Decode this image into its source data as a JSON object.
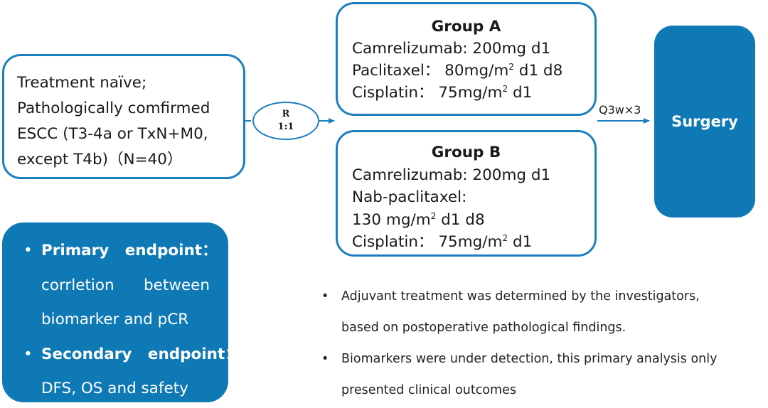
{
  "eligibility": {
    "lines": [
      "Treatment naïve;",
      "Pathologically comfirmed",
      "ESCC (T3-4a or TxN+M0,",
      "except T4b)（N=40）"
    ]
  },
  "randomization": {
    "line1": "R",
    "line2": "1:1"
  },
  "group_a": {
    "title": "Group A",
    "drug1": "Camrelizumab: 200mg d1",
    "drug2_pre": "Paclitaxel： 80mg/m",
    "drug2_sup": "2",
    "drug2_post": " d1 d8",
    "drug3_pre": "Cisplatin： 75mg/m",
    "drug3_sup": "2",
    "drug3_post": " d1"
  },
  "group_b": {
    "title": "Group B",
    "drug1": "Camrelizumab: 200mg d1",
    "drug2": "Nab-paclitaxel:",
    "drug2_dose_pre": "130 mg/m",
    "drug2_dose_sup": "2",
    "drug2_dose_post": " d1 d8",
    "drug3_pre": "Cisplatin： 75mg/m",
    "drug3_sup": "2",
    "drug3_post": " d1"
  },
  "cycle_label": "Q3w×3",
  "surgery": "Surgery",
  "endpoints": {
    "bullet": "•",
    "primary_label": "Primary   endpoint：",
    "primary_words_1": [
      "corrletion",
      "between"
    ],
    "primary_line_2": "biomarker and pCR",
    "secondary_label": "Secondary   endpoint：",
    "secondary_text": "DFS, OS and safety"
  },
  "notes": {
    "bullet": "•",
    "note1_line1": "Adjuvant treatment was determined by the investigators,",
    "note1_line2": "based on postoperative pathological findings.",
    "note2_line1": "Biomarkers were under detection, this primary analysis only",
    "note2_line2": "presented clinical outcomes"
  },
  "colors": {
    "accent": "#1b7fc0",
    "fill": "#0f79b5",
    "text": "#1a1a1a"
  }
}
